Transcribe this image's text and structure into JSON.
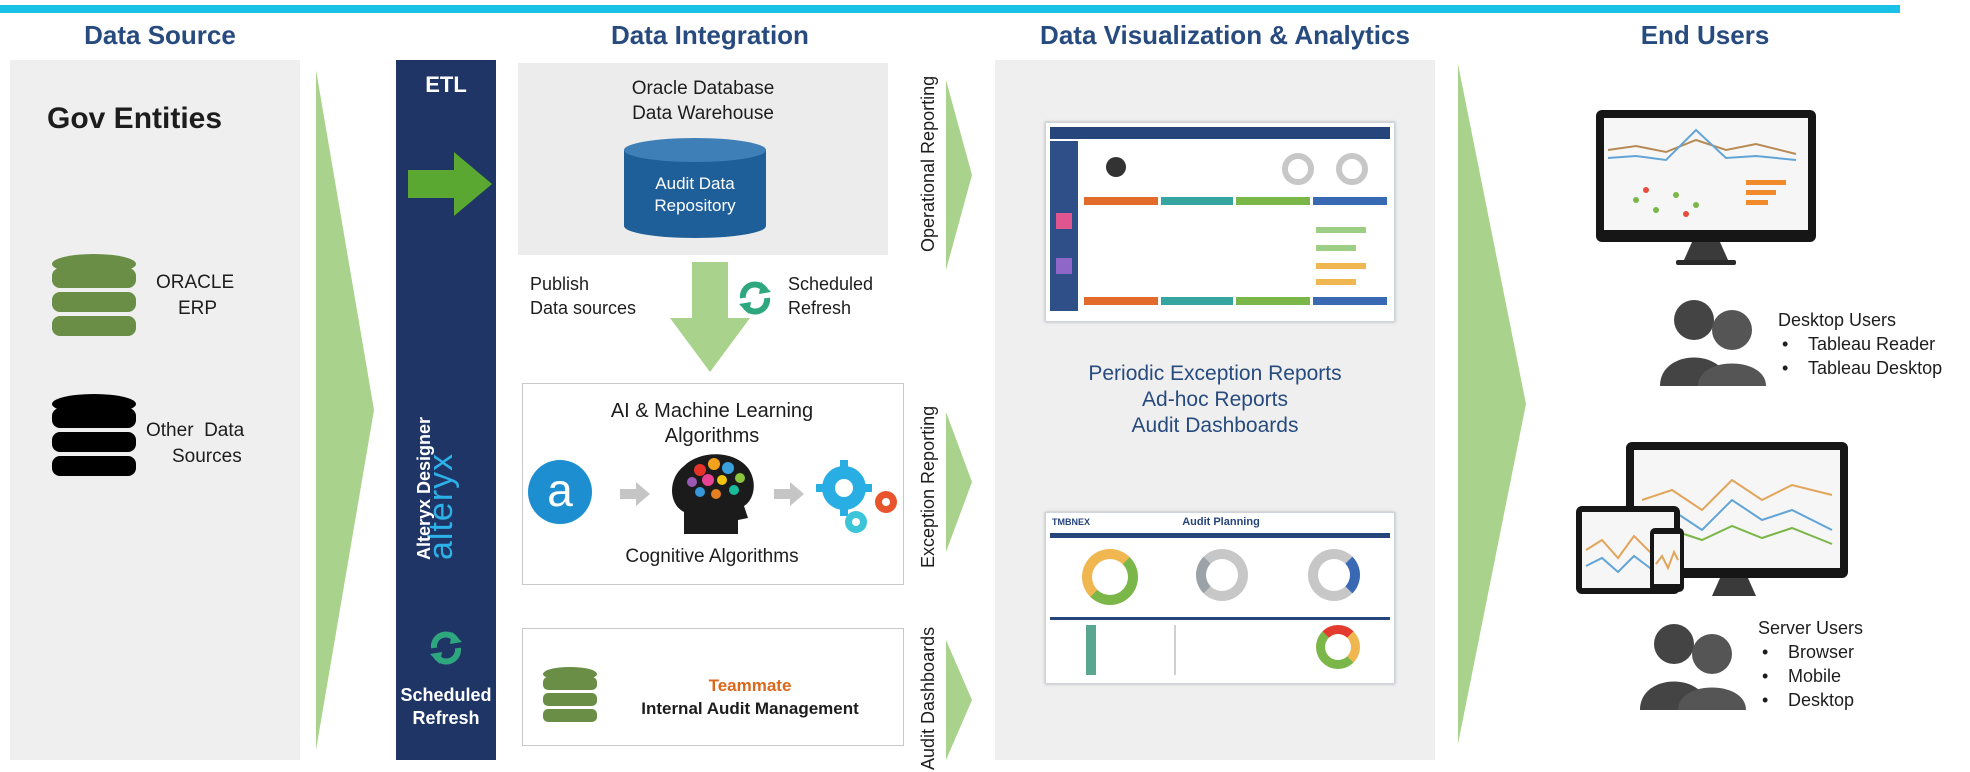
{
  "columns": {
    "data_source": "Data Source",
    "data_integration": "Data Integration",
    "data_viz": "Data Visualization &  Analytics",
    "end_users": "End Users"
  },
  "source": {
    "gov_entities": "Gov Entities",
    "oracle_erp_line1": "ORACLE",
    "oracle_erp_line2": "ERP",
    "other_line1": "Other  Data",
    "other_line2": "Sources"
  },
  "etl": {
    "label": "ETL",
    "alteryx_brand": "alteryx",
    "alteryx_designer": "Alteryx Designer",
    "scheduled_line1": "Scheduled",
    "scheduled_line2": "Refresh"
  },
  "integration": {
    "dw_line1": "Oracle Database",
    "dw_line2": "Data Warehouse",
    "repo_line1": "Audit Data",
    "repo_line2": "Repository",
    "publish_line1": "Publish",
    "publish_line2": "Data sources",
    "sched_line1": "Scheduled",
    "sched_line2": "Refresh",
    "ai_line1": "AI & Machine Learning",
    "ai_line2": "Algorithms",
    "cognitive": "Cognitive Algorithms",
    "alteryx_letter": "a",
    "teammate": "Teammate",
    "internal_audit": "Internal Audit Management"
  },
  "flows": {
    "operational": "Operational Reporting",
    "exception": "Exception Reporting",
    "audit": "Audit Dashboards"
  },
  "viz": {
    "report1": "Periodic Exception Reports",
    "report2": "Ad-hoc Reports",
    "report3": "Audit Dashboards",
    "audit_planning_title": "Audit Planning",
    "audit_planning_logo": "TMBNEX"
  },
  "users": {
    "desktop_title": "Desktop Users",
    "desktop_items": [
      "Tableau Reader",
      "Tableau Desktop"
    ],
    "server_title": "Server Users",
    "server_items": [
      "Browser",
      "Mobile",
      "Desktop"
    ]
  },
  "colors": {
    "accent_bar": "#19c1e6",
    "heading": "#274b7e",
    "chevron_green": "#a9d28c",
    "etl_navy": "#1f3566",
    "arrow_green": "#5aa832",
    "db_green": "#6b8e46",
    "repo_blue": "#1f5f99",
    "teammate_orange": "#d9671c"
  }
}
